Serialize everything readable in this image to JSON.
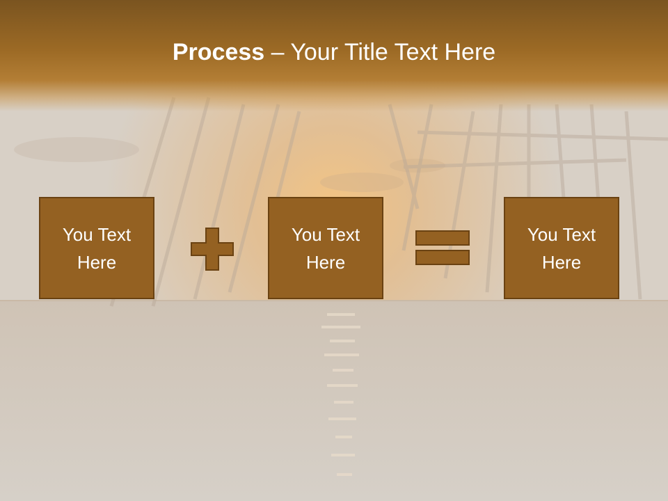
{
  "slide": {
    "title_bold": "Process",
    "title_rest": " – Your Title Text Here",
    "boxes": [
      {
        "text": "You Text Here"
      },
      {
        "text": "You Text Here"
      },
      {
        "text": "You Text Here"
      }
    ],
    "operators": [
      "plus-icon",
      "equals-icon"
    ]
  },
  "colors": {
    "title_bar": "#9c6a25",
    "box_fill": "#946122",
    "box_border": "#6a4212",
    "text": "#ffffff",
    "background": "#d9d4cd"
  }
}
